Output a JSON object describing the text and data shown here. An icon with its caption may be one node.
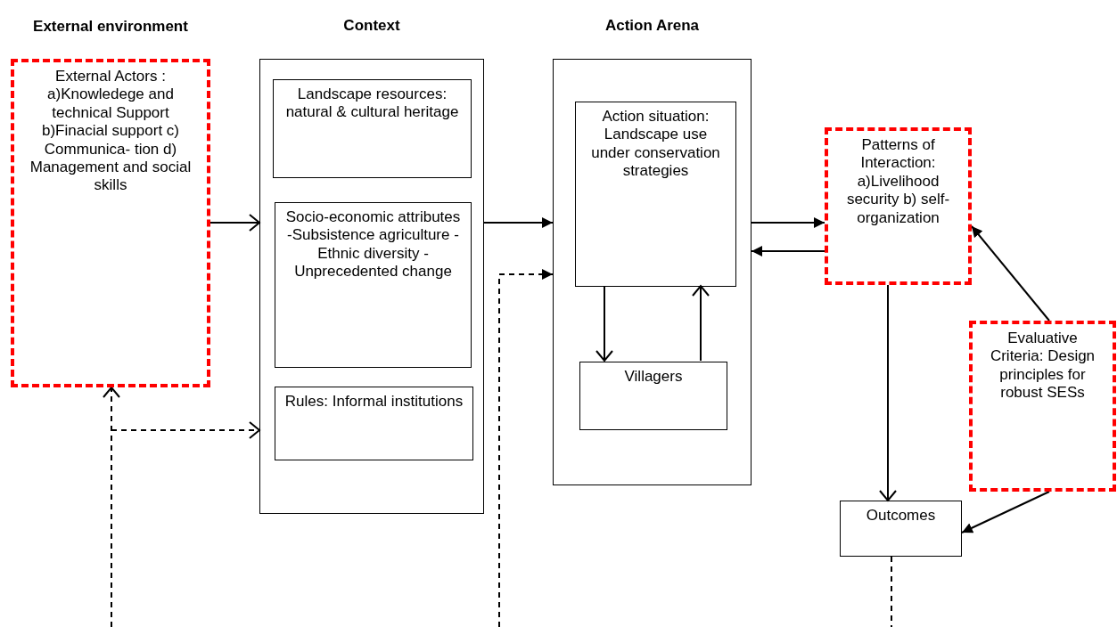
{
  "diagram": {
    "nodes": [
      {
        "text": [
          "External environment",
          "External Actors : a)Knowledege and technical Support b)Finacial support c) Communica- tion d) Management and social skills"
        ]
      },
      {
        "text": [
          "Context"
        ]
      },
      {
        "text": [
          "Landscape resources: natural & cultural heritage"
        ],
        "in": 1
      },
      {
        "text": [
          "Socio-economic attributes -Subsistence agriculture -Ethnic diversity -Unprecedented change"
        ],
        "in": 1
      },
      {
        "text": [
          "Rules: Informal institutions"
        ],
        "in": 1
      },
      {
        "text": [
          "Action Arena"
        ]
      },
      {
        "text": [
          "Action situation: Landscape use under conservation strategies"
        ],
        "in": 5
      },
      {
        "text": [
          "Villagers"
        ],
        "in": 5
      },
      {
        "text": [
          "Patterns of Interaction: a)Livelihood security b) self-organization"
        ]
      },
      {
        "text": [
          "Evaluative Criteria: Design principles for robust SESs"
        ]
      },
      {
        "text": [
          "Outcomes"
        ]
      }
    ],
    "edges": [
      {
        "from": 0,
        "to": 1,
        "arrow": "to"
      },
      {
        "from": 1,
        "to": 5,
        "arrow": "to"
      },
      {
        "from": 5,
        "to": 8,
        "arrow": "to"
      },
      {
        "from": 8,
        "to": 5,
        "arrow": "to"
      },
      {
        "from": 6,
        "to": 7,
        "arrow": "to"
      },
      {
        "from": 7,
        "to": 6,
        "arrow": "to"
      },
      {
        "from": 9,
        "to": 8,
        "arrow": "to"
      },
      {
        "from": 9,
        "to": 10,
        "arrow": "to"
      },
      {
        "from": 8,
        "to": 10,
        "arrow": "to"
      },
      {
        "from": 10,
        "to": null,
        "arrow": "none",
        "style": "dashed"
      },
      {
        "from": null,
        "to": 0,
        "arrow": "to",
        "style": "dashed"
      },
      {
        "from": null,
        "to": 1,
        "arrow": "to",
        "style": "dashed"
      },
      {
        "from": null,
        "to": 5,
        "arrow": "to",
        "style": "dashed"
      }
    ]
  }
}
